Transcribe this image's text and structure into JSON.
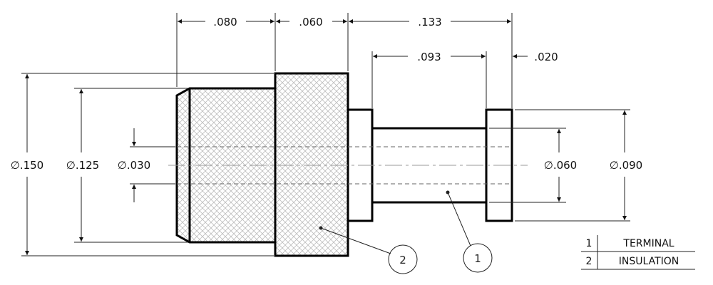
{
  "dimensions": {
    "len_080": ".080",
    "len_060": ".060",
    "len_133": ".133",
    "len_093": ".093",
    "len_020": ".020",
    "dia_150": "∅.150",
    "dia_125": "∅.125",
    "dia_030": "∅.030",
    "dia_060": "∅.060",
    "dia_090": "∅.090"
  },
  "balloons": {
    "item_1": "1",
    "item_2": "2"
  },
  "legend": {
    "rows": [
      {
        "num": "1",
        "name": "TERMINAL"
      },
      {
        "num": "2",
        "name": "INSULATION"
      }
    ]
  },
  "colors": {
    "line": "#000000",
    "hatch": "#c8c8c8"
  }
}
